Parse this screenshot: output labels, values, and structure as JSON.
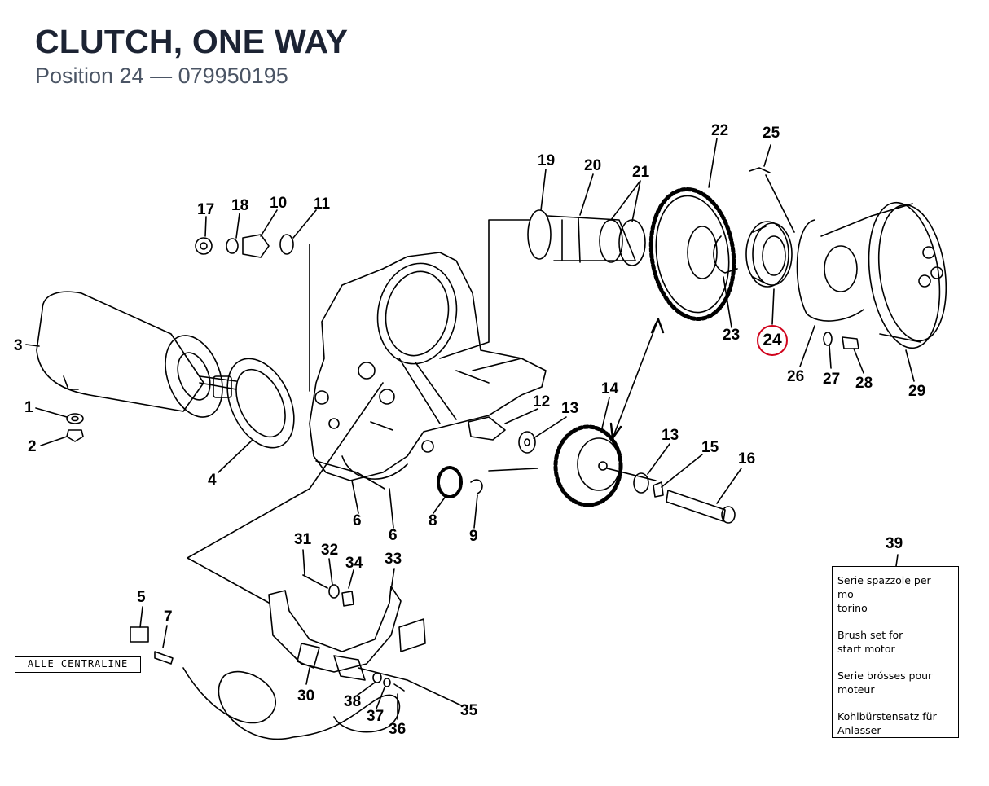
{
  "header": {
    "title": "CLUTCH, ONE WAY",
    "subtitle": "Position 24 — 079950195"
  },
  "highlight": {
    "label": "24",
    "ring_color": "#d0021b"
  },
  "callouts": [
    "1",
    "2",
    "3",
    "4",
    "5",
    "6",
    "6",
    "7",
    "8",
    "9",
    "10",
    "11",
    "12",
    "13",
    "13",
    "14",
    "15",
    "16",
    "17",
    "18",
    "19",
    "20",
    "21",
    "22",
    "23",
    "25",
    "26",
    "27",
    "28",
    "29",
    "30",
    "31",
    "32",
    "33",
    "34",
    "35",
    "36",
    "37",
    "38",
    "39"
  ],
  "centraline_label": "ALLE CENTRALINE",
  "legend": {
    "items": [
      "Serie spazzole per mo-\ntorino",
      "Brush set for\nstart motor",
      "Serie brósses pour\nmoteur",
      "Kohlbürstensatz für\nAnlasser"
    ]
  }
}
